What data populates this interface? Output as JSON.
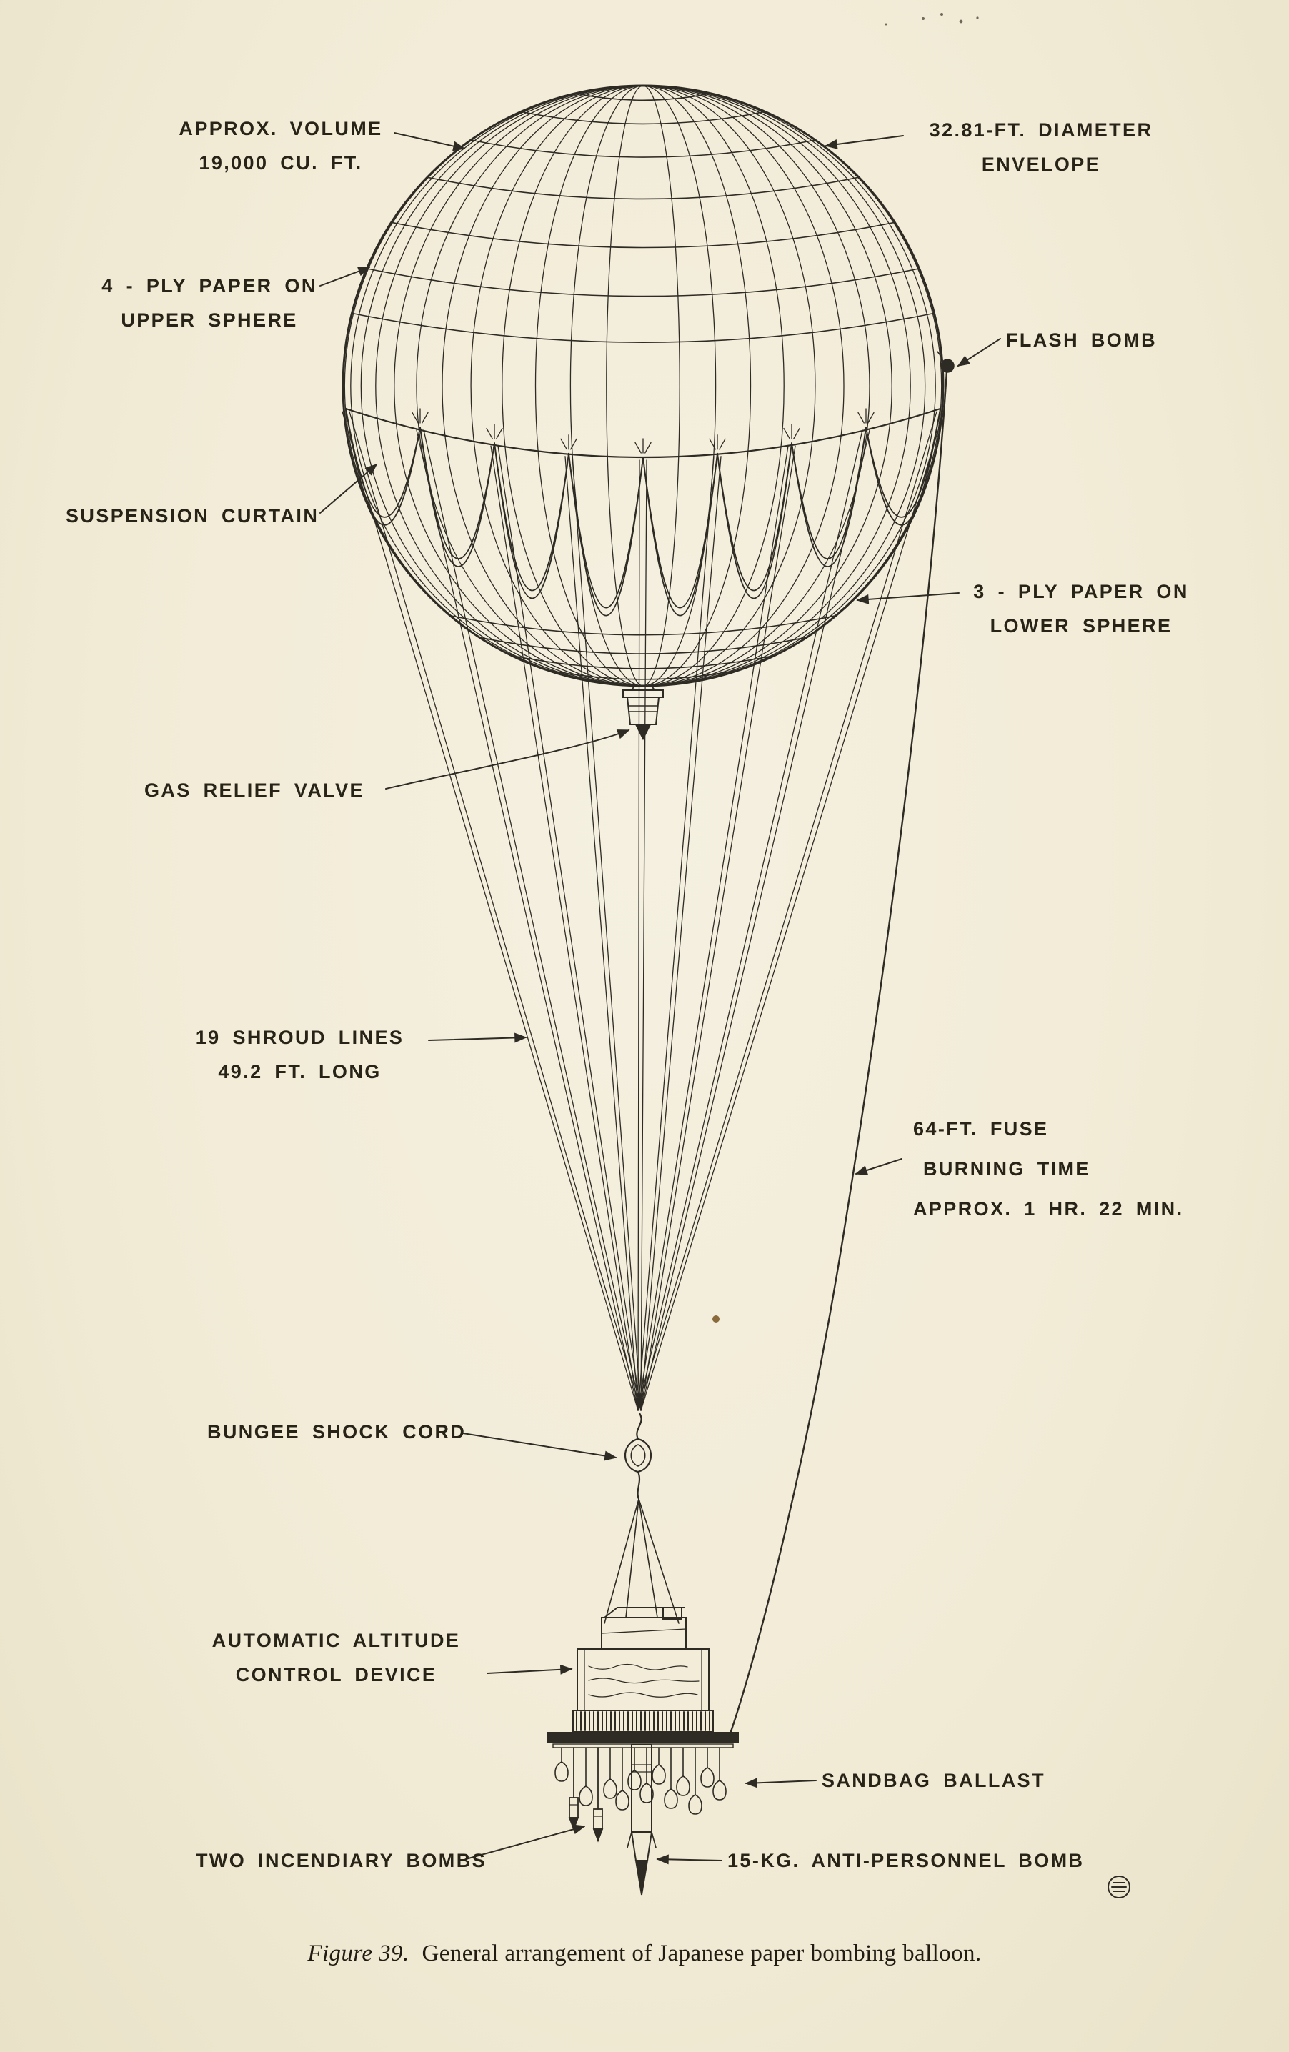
{
  "figure": {
    "caption_label": "Figure 39.",
    "caption_text": "General arrangement of Japanese paper bombing balloon."
  },
  "labels": {
    "volume": {
      "line1": "APPROX. VOLUME",
      "line2": "19,000 CU. FT."
    },
    "diameter": {
      "line1": "32.81-FT. DIAMETER",
      "line2": "ENVELOPE"
    },
    "upper_paper": {
      "line1": "4 - PLY PAPER ON",
      "line2": "UPPER SPHERE"
    },
    "flash_bomb": {
      "line1": "FLASH BOMB"
    },
    "suspension_curtain": {
      "line1": "SUSPENSION CURTAIN"
    },
    "lower_paper": {
      "line1": "3 - PLY PAPER ON",
      "line2": "LOWER SPHERE"
    },
    "gas_relief_valve": {
      "line1": "GAS RELIEF VALVE"
    },
    "shroud_lines": {
      "line1": "19 SHROUD LINES",
      "line2": "49.2 FT. LONG"
    },
    "fuse": {
      "line1": "64-FT. FUSE",
      "line2": "BURNING TIME",
      "line3": "APPROX. 1 HR. 22 MIN."
    },
    "bungee": {
      "line1": "BUNGEE SHOCK CORD"
    },
    "altitude_control": {
      "line1": "AUTOMATIC ALTITUDE",
      "line2": "CONTROL DEVICE"
    },
    "sandbag": {
      "line1": "SANDBAG BALLAST"
    },
    "incendiary": {
      "line1": "TWO INCENDIARY BOMBS"
    },
    "anti_personnel": {
      "line1": "15-KG. ANTI-PERSONNEL BOMB"
    }
  },
  "colors": {
    "paper": "#f2eddc",
    "ink": "#2e2b24"
  }
}
